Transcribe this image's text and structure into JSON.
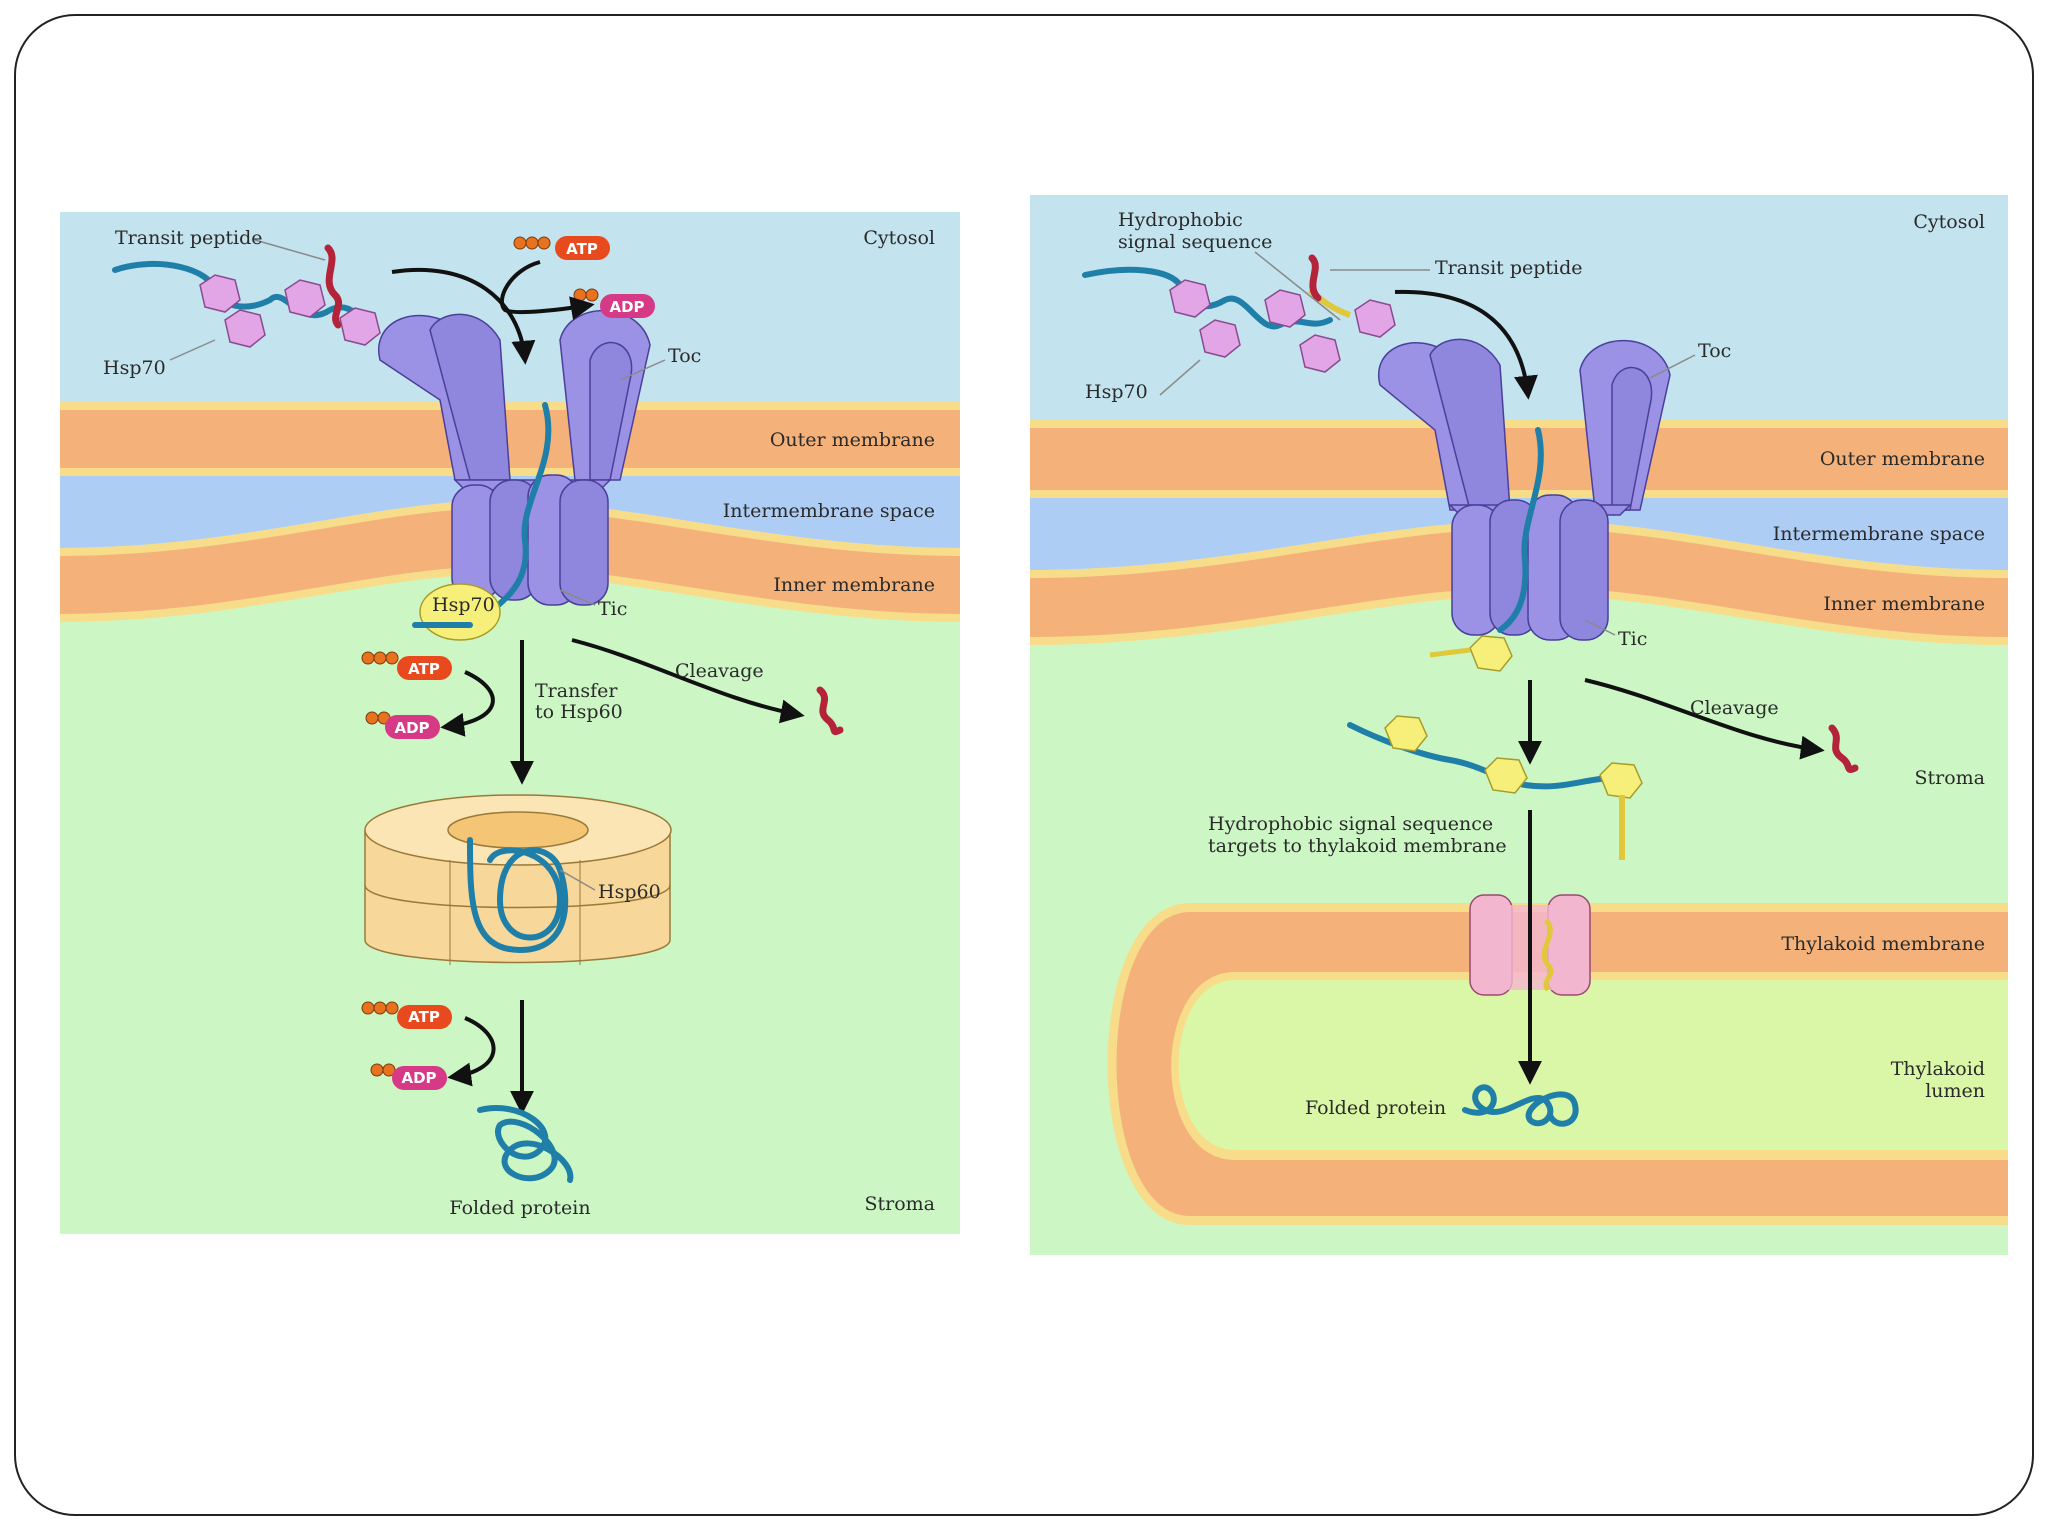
{
  "left_panel": {
    "cytosol": "Cytosol",
    "transit_peptide": "Transit peptide",
    "hsp70_cytosol": "Hsp70",
    "atp_1": "ATP",
    "adp_1": "ADP",
    "toc": "Toc",
    "outer_membrane": "Outer membrane",
    "intermembrane_space": "Intermembrane space",
    "inner_membrane": "Inner membrane",
    "hsp70_stroma": "Hsp70",
    "tic": "Tic",
    "cleavage": "Cleavage",
    "atp_2": "ATP",
    "adp_2": "ADP",
    "transfer_line1": "Transfer",
    "transfer_line2": "to Hsp60",
    "hsp60": "Hsp60",
    "atp_3": "ATP",
    "adp_3": "ADP",
    "folded_protein": "Folded protein",
    "stroma": "Stroma"
  },
  "right_panel": {
    "cytosol": "Cytosol",
    "hydrophobic_line1": "Hydrophobic",
    "hydrophobic_line2": "signal sequence",
    "transit_peptide": "Transit peptide",
    "hsp70": "Hsp70",
    "toc": "Toc",
    "outer_membrane": "Outer membrane",
    "intermembrane_space": "Intermembrane space",
    "inner_membrane": "Inner membrane",
    "tic": "Tic",
    "cleavage": "Cleavage",
    "stroma": "Stroma",
    "targets_line1": "Hydrophobic signal sequence",
    "targets_line2": "targets to thylakoid membrane",
    "thylakoid_membrane": "Thylakoid membrane",
    "thylakoid_lumen_line1": "Thylakoid",
    "thylakoid_lumen_line2": "lumen",
    "folded_protein": "Folded protein"
  },
  "colors": {
    "cytosol": "#c3e3ee",
    "stroma": "#ccf7c5",
    "membrane": "#f4b27a",
    "membrane_edge": "#f7dd8a",
    "intermembrane": "#aecdf5",
    "toc_tic": "#9b92e6",
    "hsp70_cytosol": "#e2a5e6",
    "hsp70_stroma": "#f6f07a",
    "chain": "#1f7fa8",
    "peptide": "#b3243a",
    "atp": "#e8491d",
    "adp": "#d63a86",
    "lumen": "#d9f7a6",
    "thylakoid_channel": "#f2b6cf"
  }
}
